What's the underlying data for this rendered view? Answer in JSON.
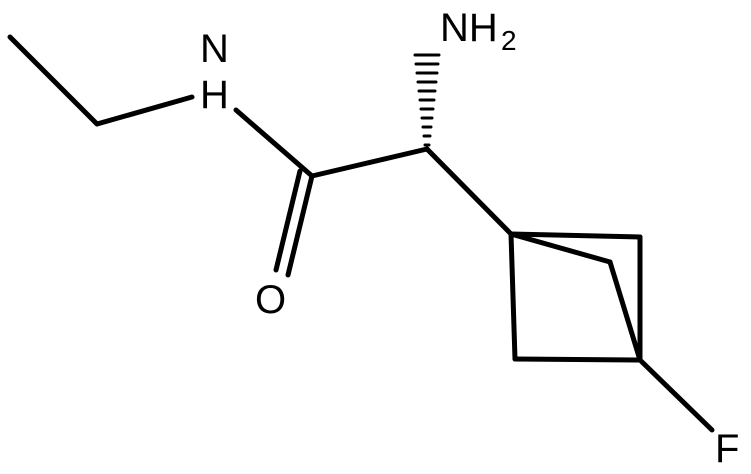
{
  "molecule": {
    "atoms": {
      "nitrogen_amide": "N",
      "hydrogen_amide": "H",
      "amine": "NH",
      "amine_subscript": "2",
      "oxygen": "O",
      "fluorine": "F"
    },
    "colors": {
      "bond": "#000000",
      "label": "#000000",
      "background": "#ffffff"
    }
  }
}
